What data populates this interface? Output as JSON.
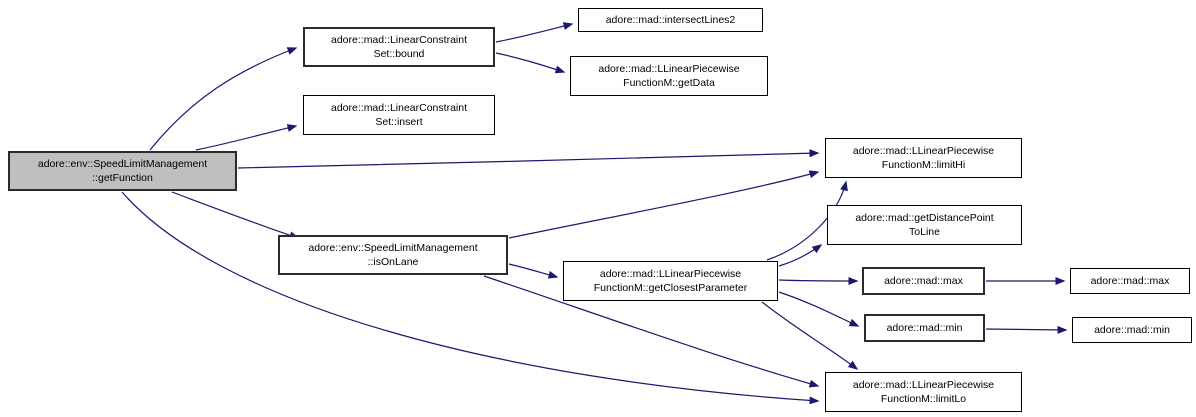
{
  "diagram": {
    "kind": "doxygen-call-graph",
    "root": "adore::env::SpeedLimitManagement::getFunction",
    "nodes": {
      "get_function": {
        "line1": "adore::env::SpeedLimitManagement",
        "line2": "::getFunction",
        "highlighted": true
      },
      "constraint_bound": {
        "line1": "adore::mad::LinearConstraint",
        "line2": "Set::bound"
      },
      "constraint_insert": {
        "line1": "adore::mad::LinearConstraint",
        "line2": "Set::insert"
      },
      "intersect_lines2": {
        "line1": "adore::mad::intersectLines2"
      },
      "get_data": {
        "line1": "adore::mad::LLinearPiecewise",
        "line2": "FunctionM::getData"
      },
      "limit_hi": {
        "line1": "adore::mad::LLinearPiecewise",
        "line2": "FunctionM::limitHi"
      },
      "get_distance_point": {
        "line1": "adore::mad::getDistancePoint",
        "line2": "ToLine"
      },
      "is_on_lane": {
        "line1": "adore::env::SpeedLimitManagement",
        "line2": "::isOnLane"
      },
      "get_closest_param": {
        "line1": "adore::mad::LLinearPiecewise",
        "line2": "FunctionM::getClosestParameter"
      },
      "max_left": {
        "line1": "adore::mad::max"
      },
      "max_right": {
        "line1": "adore::mad::max"
      },
      "min_left": {
        "line1": "adore::mad::min"
      },
      "min_right": {
        "line1": "adore::mad::min"
      },
      "limit_lo": {
        "line1": "adore::mad::LLinearPiecewise",
        "line2": "FunctionM::limitLo"
      }
    },
    "edges": [
      {
        "from": "get_function",
        "to": "constraint_bound"
      },
      {
        "from": "get_function",
        "to": "constraint_insert"
      },
      {
        "from": "get_function",
        "to": "limit_hi"
      },
      {
        "from": "get_function",
        "to": "is_on_lane"
      },
      {
        "from": "get_function",
        "to": "limit_lo"
      },
      {
        "from": "constraint_bound",
        "to": "intersect_lines2"
      },
      {
        "from": "constraint_bound",
        "to": "get_data"
      },
      {
        "from": "is_on_lane",
        "to": "limit_hi"
      },
      {
        "from": "is_on_lane",
        "to": "get_closest_param"
      },
      {
        "from": "is_on_lane",
        "to": "limit_lo"
      },
      {
        "from": "get_closest_param",
        "to": "limit_hi"
      },
      {
        "from": "get_closest_param",
        "to": "get_distance_point"
      },
      {
        "from": "get_closest_param",
        "to": "max_left"
      },
      {
        "from": "get_closest_param",
        "to": "min_left"
      },
      {
        "from": "get_closest_param",
        "to": "limit_lo"
      },
      {
        "from": "max_left",
        "to": "max_right"
      },
      {
        "from": "min_left",
        "to": "min_right"
      }
    ],
    "colors": {
      "edge": "#191970",
      "node_border": "#000000",
      "root_fill": "#bfbfbf",
      "node_fill": "#ffffff",
      "background": "#ffffff",
      "text": "#000000"
    }
  }
}
